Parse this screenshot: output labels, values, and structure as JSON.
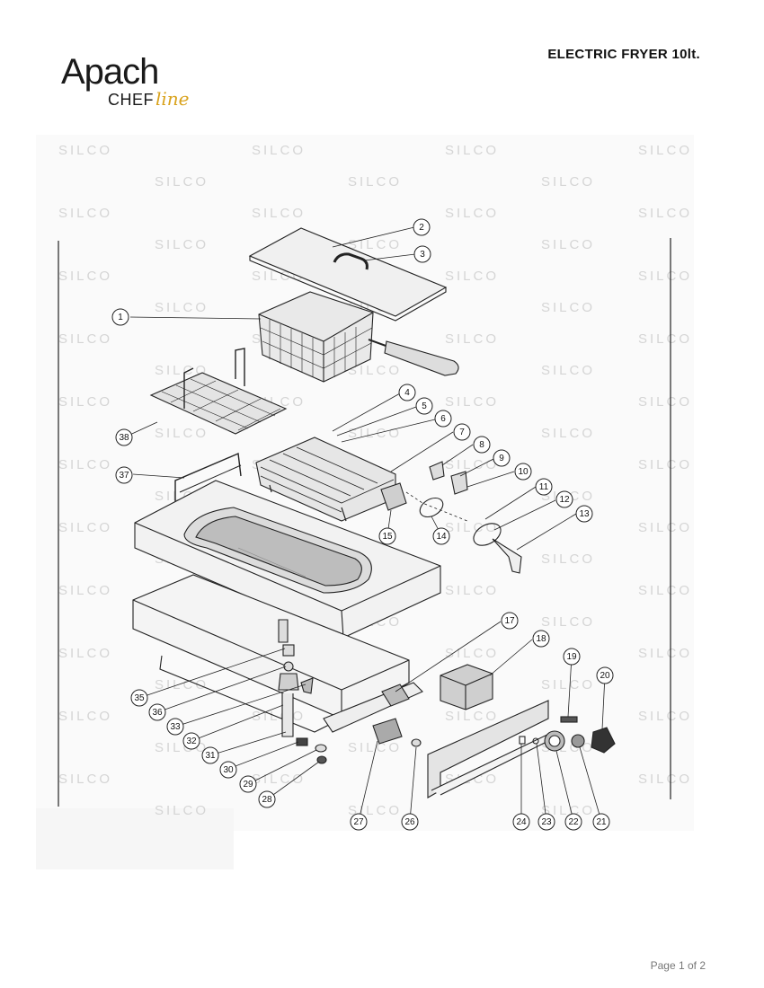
{
  "header": {
    "brand": "Apach",
    "sub_brand": "CHEF",
    "sub_brand_script": "line",
    "brand_accent_color": "#d9a21b",
    "title": "ELECTRIC FRYER 10lt."
  },
  "watermark": {
    "text": "SILCO",
    "color": "#d5d5d5"
  },
  "diagram": {
    "callouts": [
      "1",
      "2",
      "3",
      "4",
      "5",
      "6",
      "7",
      "8",
      "9",
      "10",
      "11",
      "12",
      "13",
      "14",
      "15",
      "17",
      "18",
      "19",
      "20",
      "21",
      "22",
      "23",
      "24",
      "26",
      "27",
      "28",
      "29",
      "30",
      "31",
      "32",
      "33",
      "35",
      "36",
      "37",
      "38"
    ]
  },
  "footer": {
    "page": "Page 1 of 2"
  }
}
